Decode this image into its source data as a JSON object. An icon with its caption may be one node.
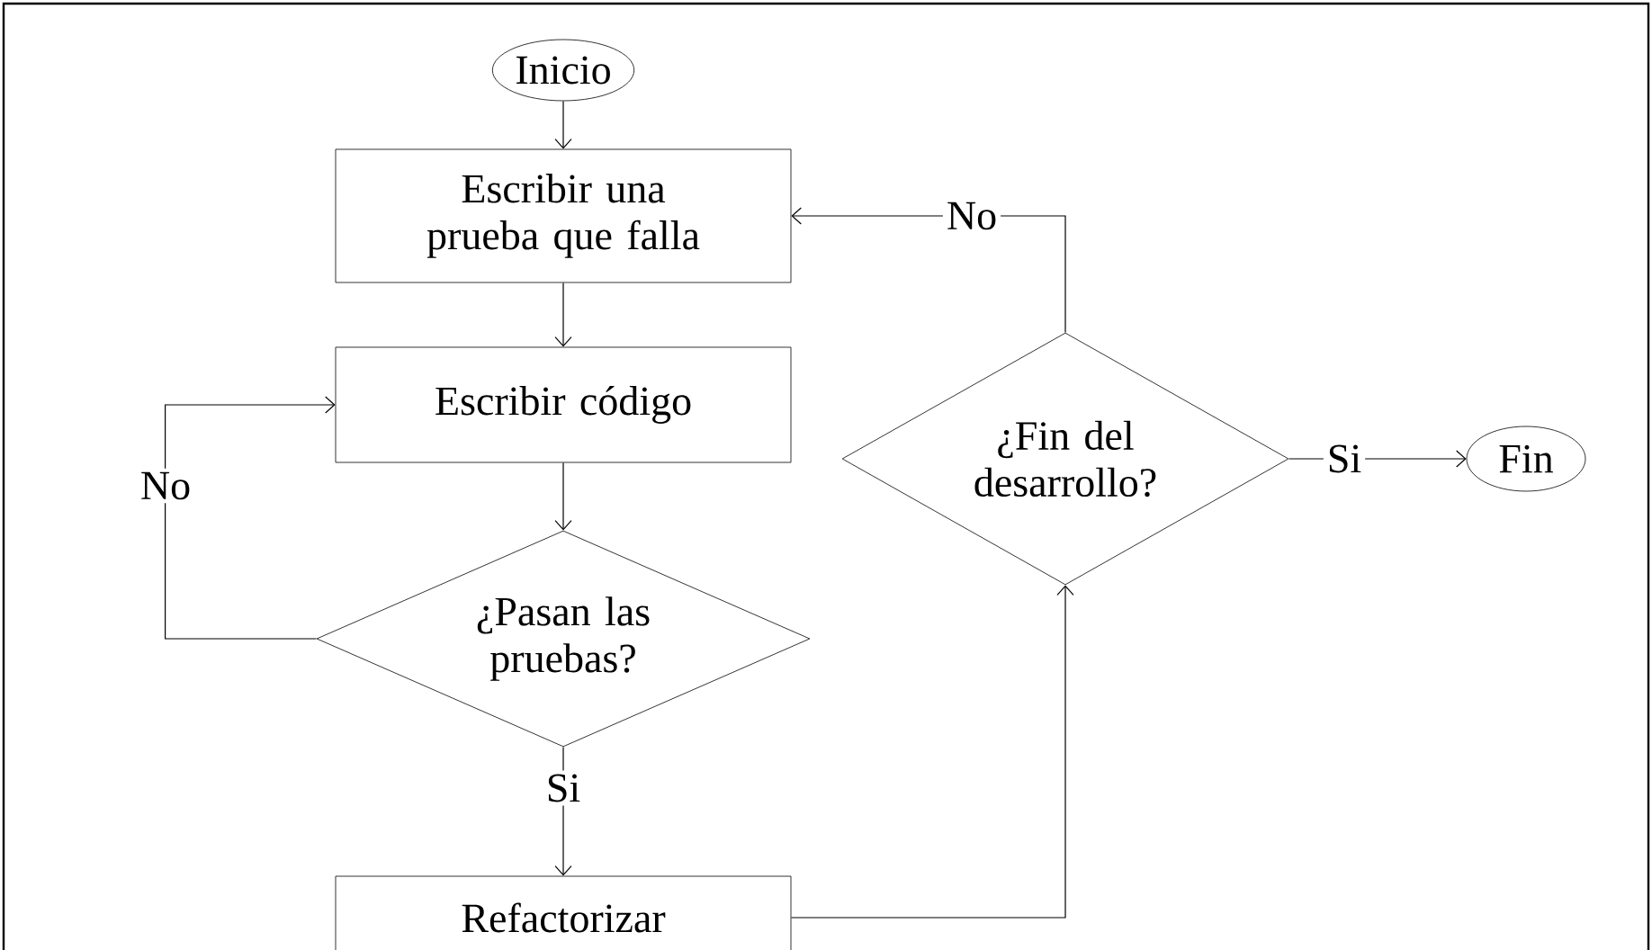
{
  "diagram": {
    "nodes": [
      {
        "text": [
          "Inicio"
        ]
      },
      {
        "text": [
          "Escribir una prueba que falla"
        ]
      },
      {
        "text": [
          "Escribir código"
        ]
      },
      {
        "text": [
          "¿Pasan las pruebas?"
        ]
      },
      {
        "text": [
          "Refactorizar"
        ]
      },
      {
        "text": [
          "¿Fin del desarrollo?"
        ]
      },
      {
        "text": [
          "Fin"
        ]
      }
    ],
    "edges": [
      {
        "from": 0,
        "to": 1,
        "arrow": "to"
      },
      {
        "from": 1,
        "to": 2,
        "arrow": "to"
      },
      {
        "from": 2,
        "to": 3,
        "arrow": "to"
      },
      {
        "from": 3,
        "to": 2,
        "arrow": "to",
        "label": "No"
      },
      {
        "from": 3,
        "to": 4,
        "arrow": "to",
        "label": "Si"
      },
      {
        "from": 4,
        "to": 5,
        "arrow": "to"
      },
      {
        "from": 5,
        "to": 1,
        "arrow": "to",
        "label": "No"
      },
      {
        "from": 5,
        "to": 6,
        "arrow": "to",
        "label": "Si"
      }
    ]
  }
}
